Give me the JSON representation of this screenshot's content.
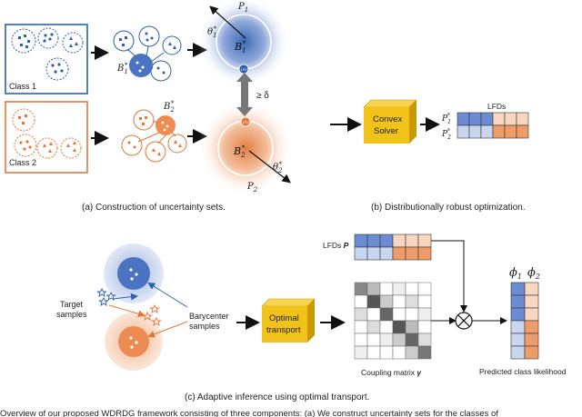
{
  "colors": {
    "blue": "#2f5fb0",
    "blue_light": "#b9c9e8",
    "orange": "#e0783a",
    "orange_light": "#f5c8a8",
    "cube": "#f0c21a",
    "cube_dark": "#c99a05",
    "gray_arrow": "#777777"
  },
  "panel_a": {
    "class1_label": "Class 1",
    "class2_label": "Class 2",
    "b1_label": "B",
    "b1_sub": "1",
    "b2_label": "B",
    "b2_sub": "2",
    "star": "*",
    "p1_label": "P",
    "p1_sub": "1",
    "p2_label": "P",
    "p2_sub": "2",
    "theta1_label": "θ",
    "theta1_sub": "1",
    "theta2_label": "θ",
    "theta2_sub": "2",
    "gap_label": "≥ δ",
    "lfd_tag": "LFD",
    "caption": "(a) Construction of uncertainty sets."
  },
  "panel_b": {
    "solver_line1": "Convex",
    "solver_line2": "Solver",
    "lfds_title": "LFDs",
    "row1_label": "P",
    "row1_sub": "1",
    "row2_label": "P",
    "row2_sub": "2",
    "star": "*",
    "caption": "(b) Distributionally robust optimization."
  },
  "panel_c": {
    "lfds_label": "LFDs ",
    "lfds_bold": "P",
    "target_line1": "Target",
    "target_line2": "samples",
    "bary_line1": "Barycenter",
    "bary_line2": "samples",
    "ot_line1": "Optimal",
    "ot_line2": "transport",
    "coupling_label": "Coupling matrix ",
    "coupling_symbol": "γ",
    "phi1": "ϕ",
    "phi1_sub": "1",
    "phi2": "ϕ",
    "phi2_sub": "2",
    "predicted_label": "Predicted class likelihood",
    "caption": "(c) Adaptive inference using optimal transport."
  },
  "footer_fragment": "Overview of our proposed WDRDG framework consisting of three components: (a) We construct uncertainty sets for the classes of"
}
